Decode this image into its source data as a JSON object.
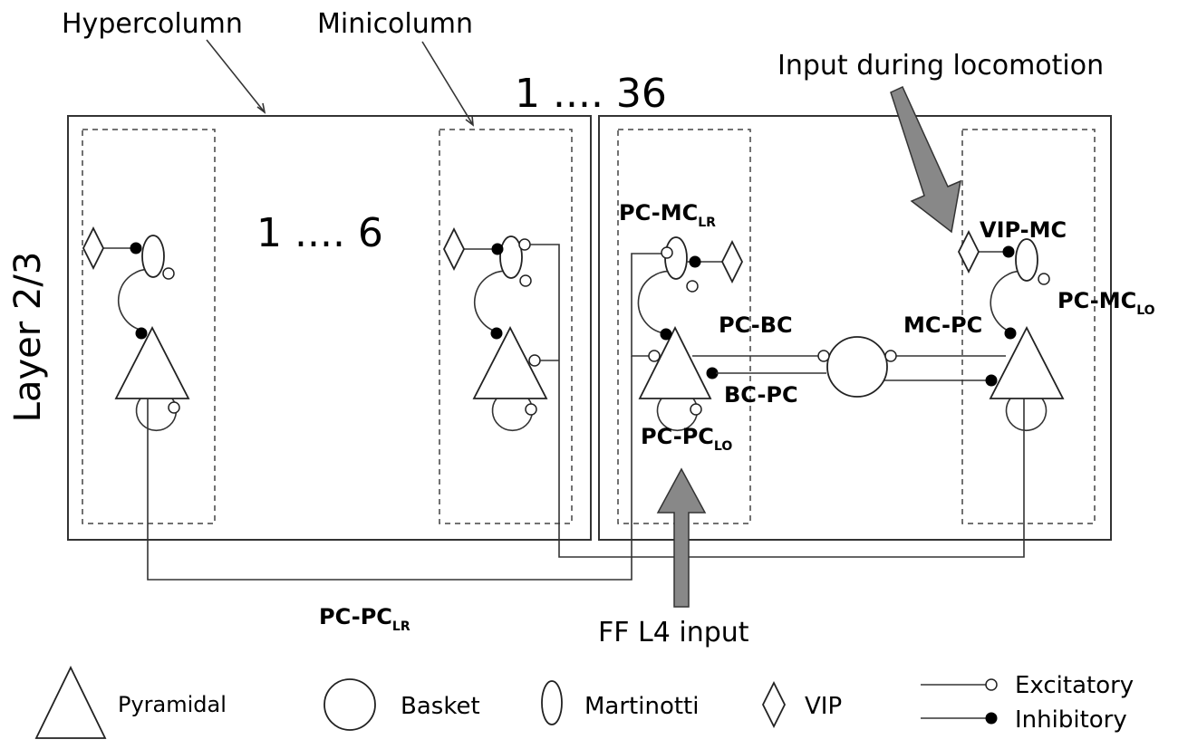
{
  "labels": {
    "hypercolumn": "Hypercolumn",
    "minicolumn": "Minicolumn",
    "hyper_range": "1 .... 36",
    "mini_range": "1 .... 6",
    "layer": "Layer 2/3",
    "locomotion": "Input during locomotion",
    "ff_input": "FF L4 input"
  },
  "connections": {
    "pc_mc_lr": {
      "main": "PC-MC",
      "sub": "LR"
    },
    "vip_mc": "VIP-MC",
    "pc_mc_lo": {
      "main": "PC-MC",
      "sub": "LO"
    },
    "pc_bc": "PC-BC",
    "mc_pc": "MC-PC",
    "bc_pc": "BC-PC",
    "pc_pc_lo": {
      "main": "PC-PC",
      "sub": "LO"
    },
    "pc_pc_lr": {
      "main": "PC-PC",
      "sub": "LR"
    }
  },
  "legend": {
    "pyramidal": "Pyramidal",
    "basket": "Basket",
    "martinotti": "Martinotti",
    "vip": "VIP",
    "excitatory": "Excitatory",
    "inhibitory": "Inhibitory"
  },
  "colors": {
    "arrow_fill": "#888888",
    "line": "#333333"
  }
}
